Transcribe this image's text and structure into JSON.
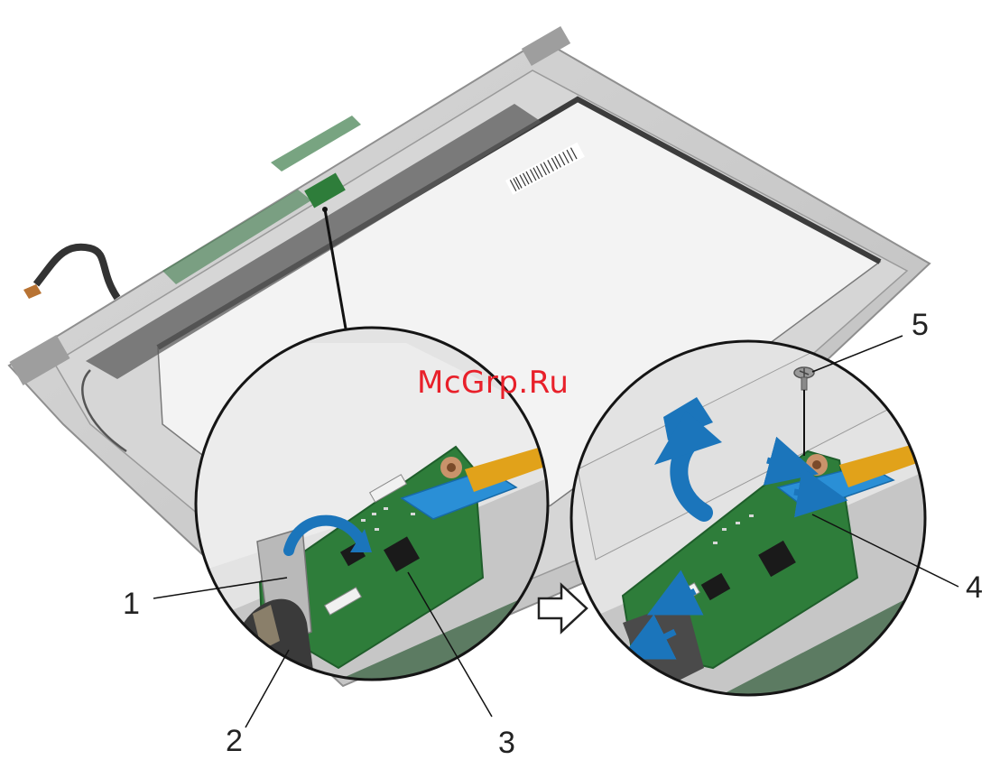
{
  "watermark": "McGrp.Ru",
  "callouts": {
    "c1": "1",
    "c2": "2",
    "c3": "3",
    "c4": "4",
    "c5": "5"
  },
  "colors": {
    "frame": "#c9c9c9",
    "panel": "#f4f4f4",
    "board": "#2e7d3a",
    "board_dark": "#1f5e2b",
    "chip": "#1a1a1a",
    "arrow_blue": "#1b75bb",
    "fpc_blue": "#2a8fd6",
    "cable": "#3a3a3a",
    "leader": "#111111",
    "watermark": "#e8202a"
  },
  "icons": {
    "next_step": "hollow-right-arrow-icon",
    "rotate": "curved-arrow-icon",
    "lift": "lift-up-arrow-icon",
    "screw": "screw-icon"
  }
}
